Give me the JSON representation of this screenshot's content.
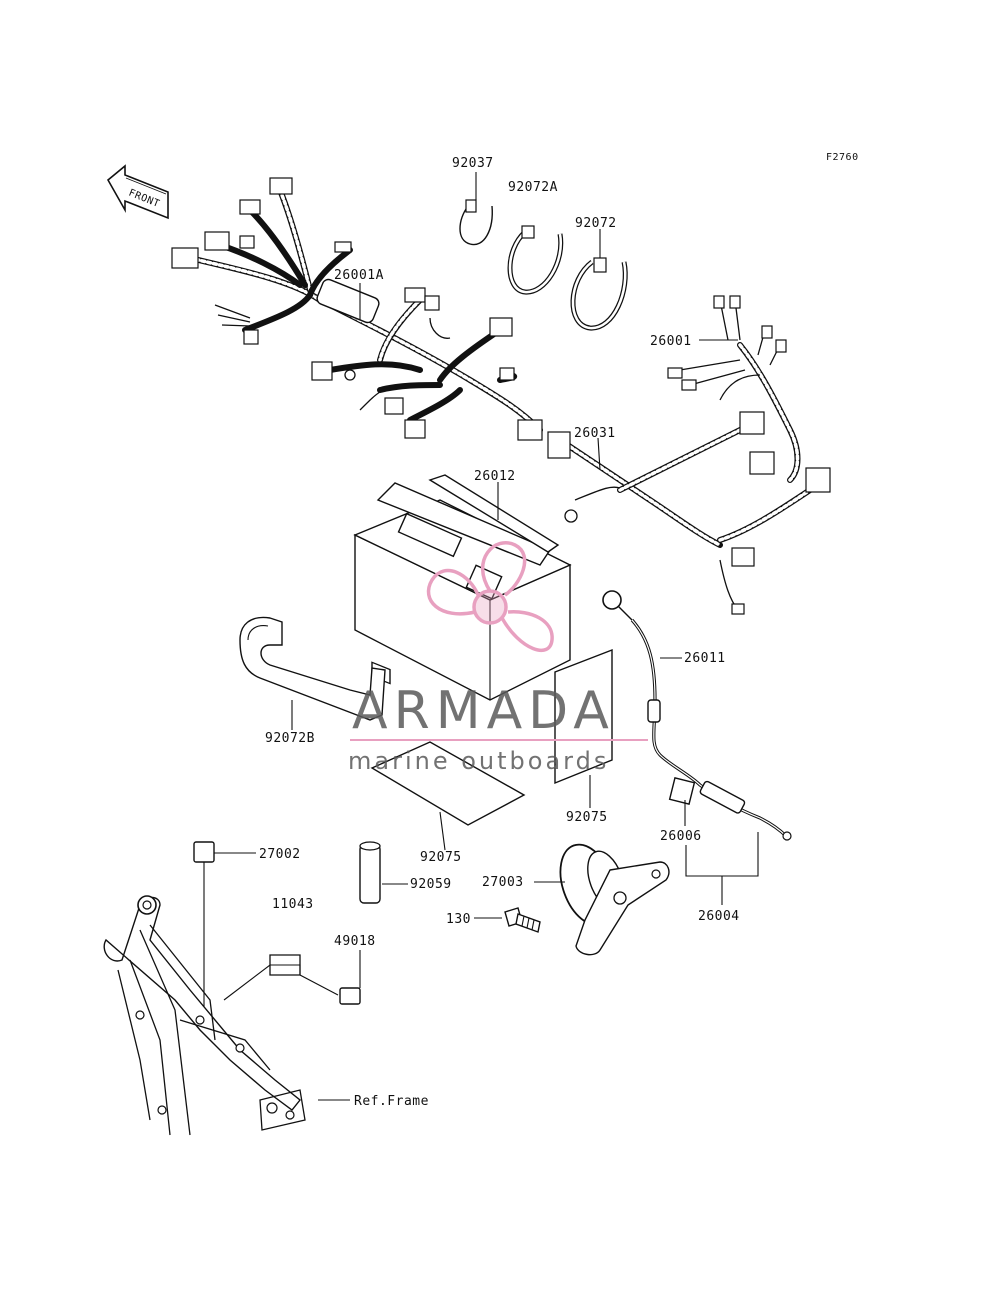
{
  "figure_code": "F2760",
  "front_label": "FRONT",
  "parts": {
    "p92037": "92037",
    "p92072A": "92072A",
    "p92072": "92072",
    "p26001A": "26001A",
    "p26001": "26001",
    "p26031": "26031",
    "p26012": "26012",
    "p26011": "26011",
    "p92072B": "92072B",
    "p92075a": "92075",
    "p92075b": "92075",
    "p26006": "26006",
    "p26004": "26004",
    "p27002": "27002",
    "p11043": "11043",
    "p92059": "92059",
    "p27003": "27003",
    "p130": "130",
    "p49018": "49018",
    "ref_frame": "Ref.Frame"
  },
  "watermark": {
    "brand": "ARMADA",
    "tagline": "marine outboards",
    "accent_color": "#e8a0c0",
    "text_color": "#5a5a5a"
  }
}
